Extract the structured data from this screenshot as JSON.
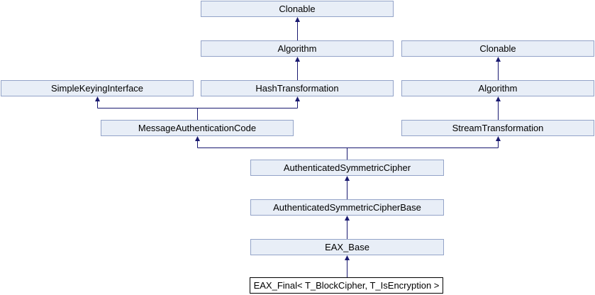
{
  "diagram": {
    "type": "class-inheritance-diagram",
    "nodes": {
      "clonable_left": {
        "label": "Clonable"
      },
      "algorithm_left": {
        "label": "Algorithm"
      },
      "simple_keying_interface": {
        "label": "SimpleKeyingInterface"
      },
      "hash_transformation": {
        "label": "HashTransformation"
      },
      "message_authentication_code": {
        "label": "MessageAuthenticationCode"
      },
      "clonable_right": {
        "label": "Clonable"
      },
      "algorithm_right": {
        "label": "Algorithm"
      },
      "stream_transformation": {
        "label": "StreamTransformation"
      },
      "authenticated_symmetric_cipher": {
        "label": "AuthenticatedSymmetricCipher"
      },
      "authenticated_symmetric_cipher_base": {
        "label": "AuthenticatedSymmetricCipherBase"
      },
      "eax_base": {
        "label": "EAX_Base"
      },
      "eax_final": {
        "label": "EAX_Final< T_BlockCipher, T_IsEncryption >",
        "highlighted": true
      }
    },
    "edges": [
      {
        "from": "algorithm_left",
        "to": "clonable_left"
      },
      {
        "from": "hash_transformation",
        "to": "algorithm_left"
      },
      {
        "from": "message_authentication_code",
        "to": "simple_keying_interface"
      },
      {
        "from": "message_authentication_code",
        "to": "hash_transformation"
      },
      {
        "from": "algorithm_right",
        "to": "clonable_right"
      },
      {
        "from": "stream_transformation",
        "to": "algorithm_right"
      },
      {
        "from": "authenticated_symmetric_cipher",
        "to": "message_authentication_code"
      },
      {
        "from": "authenticated_symmetric_cipher",
        "to": "stream_transformation"
      },
      {
        "from": "authenticated_symmetric_cipher_base",
        "to": "authenticated_symmetric_cipher"
      },
      {
        "from": "eax_base",
        "to": "authenticated_symmetric_cipher_base"
      },
      {
        "from": "eax_final",
        "to": "eax_base"
      }
    ],
    "colors": {
      "node_fill": "#E8EEF7",
      "node_border": "#93A3C8",
      "highlight_fill": "#FFFFFF",
      "highlight_border": "#000000",
      "edge": "#191970",
      "background": "#FFFFFF"
    }
  }
}
